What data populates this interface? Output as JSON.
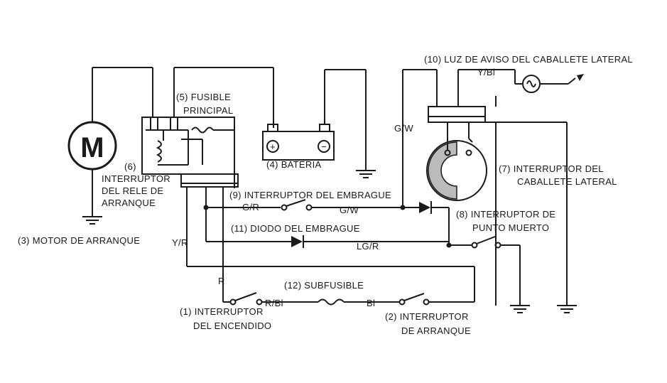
{
  "labels": {
    "motor_letter": "M",
    "motor": "(3) MOTOR DE ARRANQUE",
    "fuse_main_1": "(5) FUSIBLE",
    "fuse_main_2": "PRINCIPAL",
    "relay_1": "(6)",
    "relay_2": "INTERRUPTOR",
    "relay_3": "DEL RELE DE",
    "relay_4": "ARRANQUE",
    "battery": "(4) BATERIA",
    "clutch_switch": "(9) INTERRUPTOR DEL EMBRAGUE",
    "clutch_diode": "(11) DIODO DEL EMBRAGUE",
    "subfuse": "(12) SUBFUSIBLE",
    "ignition_1": "(1) INTERRUPTOR",
    "ignition_2": "DEL ENCENDIDO",
    "starter_1": "(2) INTERRUPTOR",
    "starter_2": "DE ARRANQUE",
    "warning_light": "(10) LUZ DE AVISO DEL CABALLETE LATERAL",
    "sidestand_1": "(7) INTERRUPTOR DEL",
    "sidestand_2": "CABALLETE LATERAL",
    "neutral_1": "(8) INTERRUPTOR DE",
    "neutral_2": "PUNTO MUERTO"
  },
  "wires": {
    "g_r": "G/R",
    "g_w_top": "G/W",
    "g_w": "G/W",
    "lg_r": "LG/R",
    "y_r": "Y/R",
    "r": "R",
    "r_bl": "R/Bl",
    "bl": "Bl",
    "y_bl": "Y/Bl"
  },
  "battery_terminals": {
    "plus": "+",
    "minus": "−"
  },
  "colors": {
    "ink": "#1a1a1a",
    "background": "#ffffff"
  }
}
